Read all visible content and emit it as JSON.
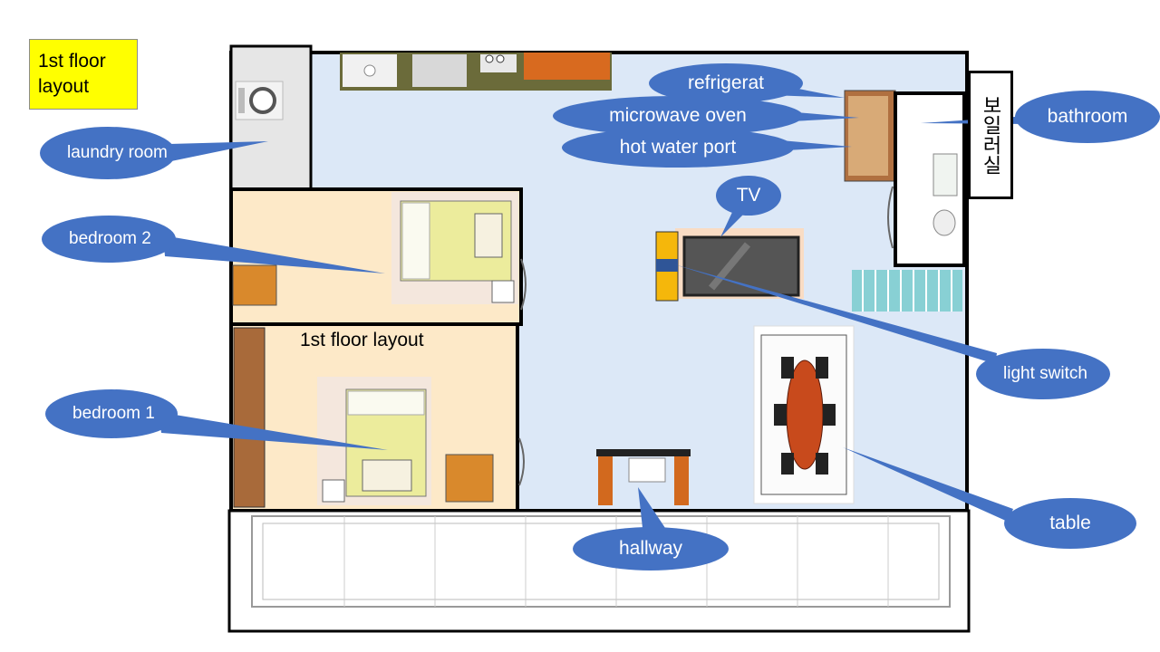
{
  "diagram": {
    "title": "1st floor layout",
    "floor_label": "1st floor layout",
    "korean_label": "보일러실",
    "callouts": {
      "laundry": "laundry room",
      "bedroom2": "bedroom 2",
      "bedroom1": "bedroom 1",
      "refrigerator": "refrigerat",
      "microwave": "microwave oven",
      "hotwater": "hot water port",
      "tv": "TV",
      "bathroom": "bathroom",
      "light_switch": "light switch",
      "table": "table",
      "hallway": "hallway"
    },
    "colors": {
      "callout": "#4472c4",
      "living_area": "#dce8f7",
      "bedroom_floor": "#fde9c8",
      "laundry_floor": "#e6e6e6",
      "title_highlight": "#ffff00"
    }
  }
}
